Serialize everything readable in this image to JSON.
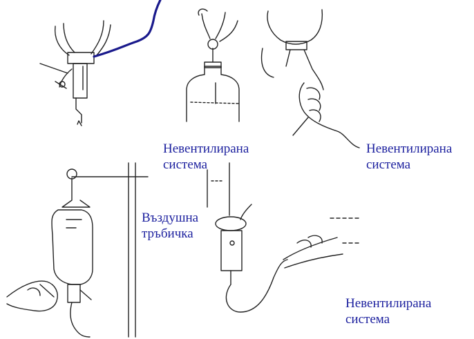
{
  "colors": {
    "label_text": "#1b1f9e",
    "ink": "#222222",
    "tube_blue": "#1a1a8c"
  },
  "labels": {
    "unvented_1": {
      "line1": "Невентилирана",
      "line2": "система"
    },
    "unvented_2": {
      "line1": "Невентилирана",
      "line2": "система"
    },
    "air_tube": {
      "line1": "Въздушна",
      "line2": "тръбичка"
    },
    "unvented_3": {
      "line1": "Невентилирана",
      "line2": "система"
    }
  }
}
